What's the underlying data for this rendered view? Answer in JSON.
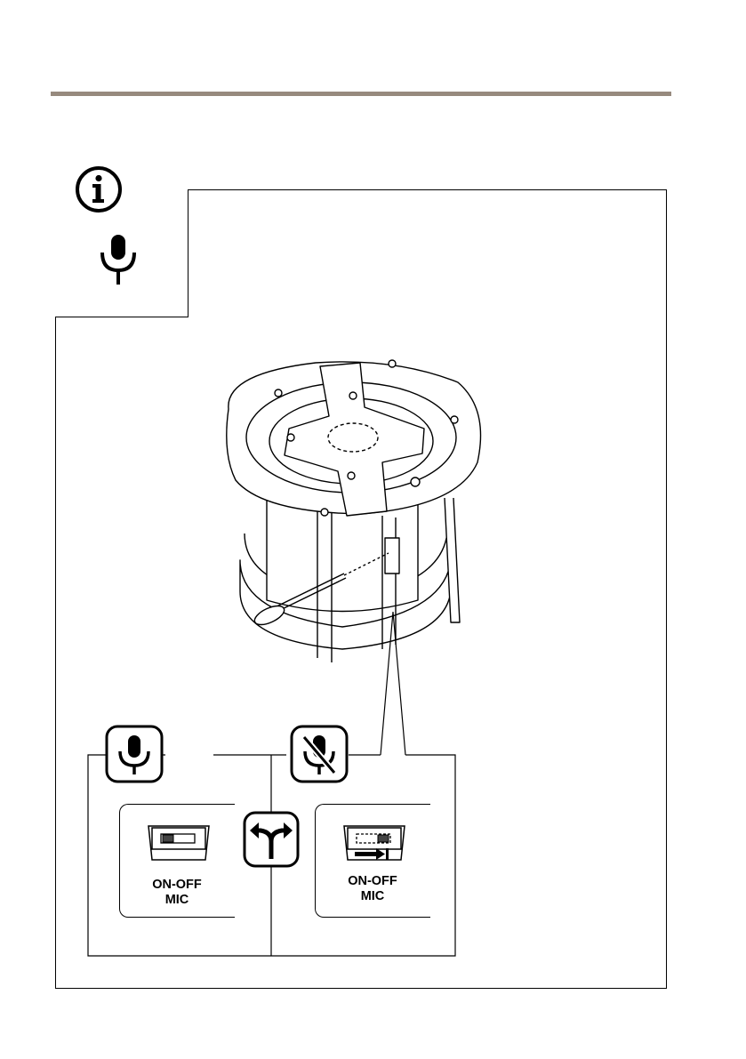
{
  "header": {
    "rule_color": "#978a7e"
  },
  "info_box": {
    "info_icon": "info-icon",
    "mic_icon": "microphone-icon"
  },
  "illustration": {
    "device": "ceiling-mount-camera-drawing",
    "tool": "screwdriver-icon"
  },
  "switch_options": [
    {
      "state_icon": "microphone-icon",
      "label_line1": "ON-OFF",
      "label_line2": "MIC"
    },
    {
      "state_icon": "microphone-muted-icon",
      "label_line1": "ON-OFF",
      "label_line2": "MIC"
    }
  ],
  "choice_icon": "split-arrow-icon"
}
